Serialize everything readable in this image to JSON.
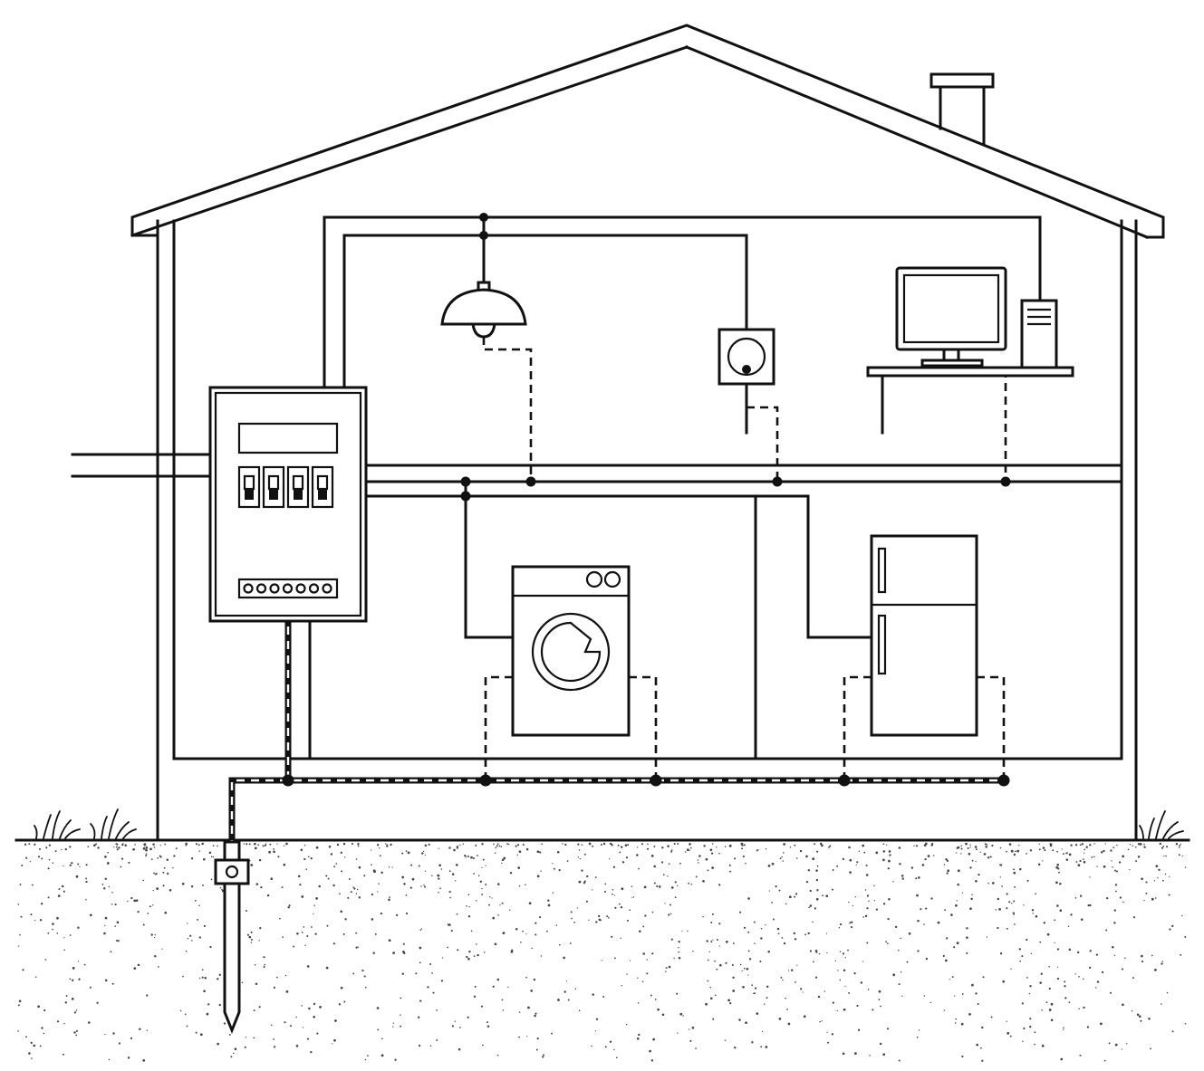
{
  "diagram": {
    "subject": "house-earthing-wiring",
    "colors": {
      "line": "#111111",
      "background": "#ffffff",
      "soil": "#444444"
    },
    "components": [
      {
        "id": "distribution-board",
        "icon": "distribution-board-icon",
        "breakers": 4,
        "terminals": 7
      },
      {
        "id": "pendant-lamp",
        "icon": "pendant-lamp-icon"
      },
      {
        "id": "wall-socket",
        "icon": "wall-socket-icon"
      },
      {
        "id": "computer",
        "icon": "computer-icon"
      },
      {
        "id": "washing-machine",
        "icon": "washing-machine-icon"
      },
      {
        "id": "refrigerator",
        "icon": "refrigerator-icon"
      },
      {
        "id": "earth-rod",
        "icon": "earth-rod-icon"
      }
    ],
    "wiring": {
      "live_style": "solid",
      "earth_branch_style": "dashed",
      "earth_trunk_style": "striped"
    }
  }
}
